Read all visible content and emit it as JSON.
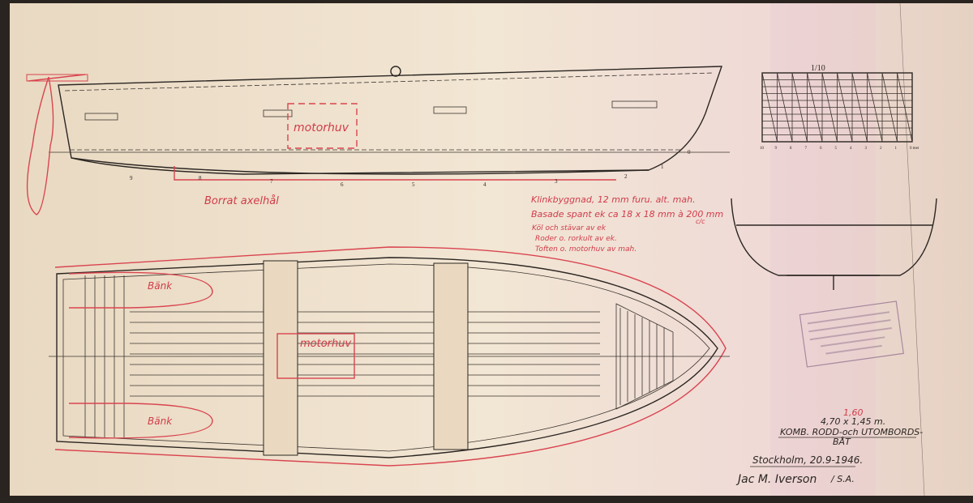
{
  "annotations": {
    "motorhuv_side": "motorhuv",
    "motorhuv_plan": "motorhuv",
    "borrat": "Borrat axelhål",
    "bank_top": "Bänk",
    "bank_bottom": "Bänk",
    "notes": [
      "Klinkbyggnad, 12 mm furu. alt. mah.",
      "Basade spant ek ca 18 x 18 mm à 200 mm",
      "Köl och stävar av ek",
      "Roder o. rorkult av ek.",
      "Toften o. motorhuv av mah."
    ],
    "notes_aside": "c/c"
  },
  "scale": {
    "label": "1/10",
    "ticks": [
      "10",
      "9",
      "8",
      "7",
      "6",
      "5",
      "4",
      "3",
      "2",
      "1",
      "0 met"
    ]
  },
  "station_numbers": [
    "9",
    "8",
    "7",
    "6",
    "5",
    "4",
    "3",
    "2",
    "1",
    "0"
  ],
  "title_block": {
    "correction": "1,60",
    "dimensions": "4,70 x 1,45 m.",
    "title_line1": "KOMB. RODD-och UTOMBORDS-",
    "title_line2": "BÅT",
    "place_date": "Stockholm, 20.9-1946.",
    "signature": "Jac M. Iverson",
    "signature_suffix": "/ S.A."
  },
  "colors": {
    "paper": "#efe2cf",
    "ink": "#2b2622",
    "red_pencil": "#d9444f",
    "stamp": "#8a6a8a"
  }
}
